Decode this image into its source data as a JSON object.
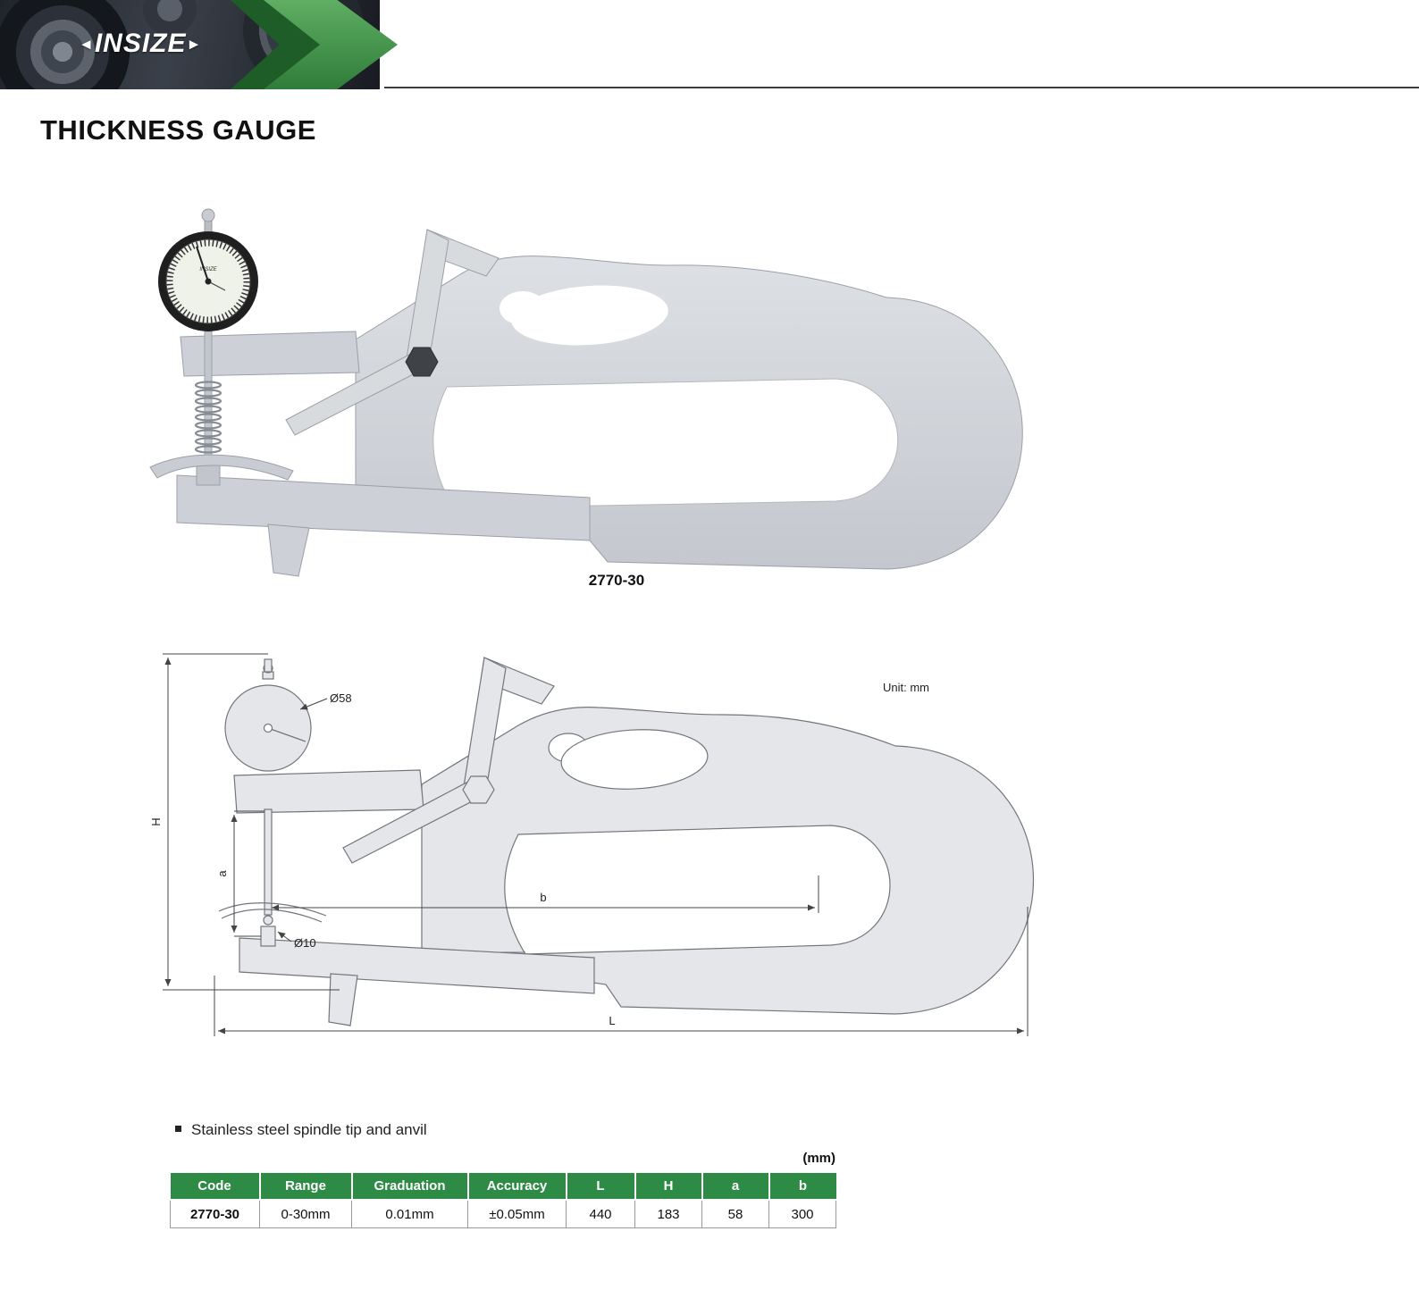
{
  "brand": {
    "logo_text": "INSIZE",
    "logo_arrow_left": "◄",
    "logo_arrow_right": "►"
  },
  "page": {
    "title": "THICKNESS GAUGE"
  },
  "product": {
    "model": "2770-30",
    "feature": "Stainless steel spindle tip and anvil"
  },
  "drawing": {
    "unit_label": "Unit: mm",
    "labels": {
      "h": "H",
      "a": "a",
      "b": "b",
      "l": "L",
      "dial_diameter": "Ø58",
      "anvil_diameter": "Ø10"
    }
  },
  "table": {
    "unit_note": "(mm)",
    "headers": [
      "Code",
      "Range",
      "Graduation",
      "Accuracy",
      "L",
      "H",
      "a",
      "b"
    ],
    "rows": [
      [
        "2770-30",
        "0-30mm",
        "0.01mm",
        "±0.05mm",
        "440",
        "183",
        "58",
        "300"
      ]
    ]
  },
  "colors": {
    "brand_green": "#3f9a47",
    "table_header_green": "#2e8b46",
    "body_gray": "#d2d5da"
  }
}
